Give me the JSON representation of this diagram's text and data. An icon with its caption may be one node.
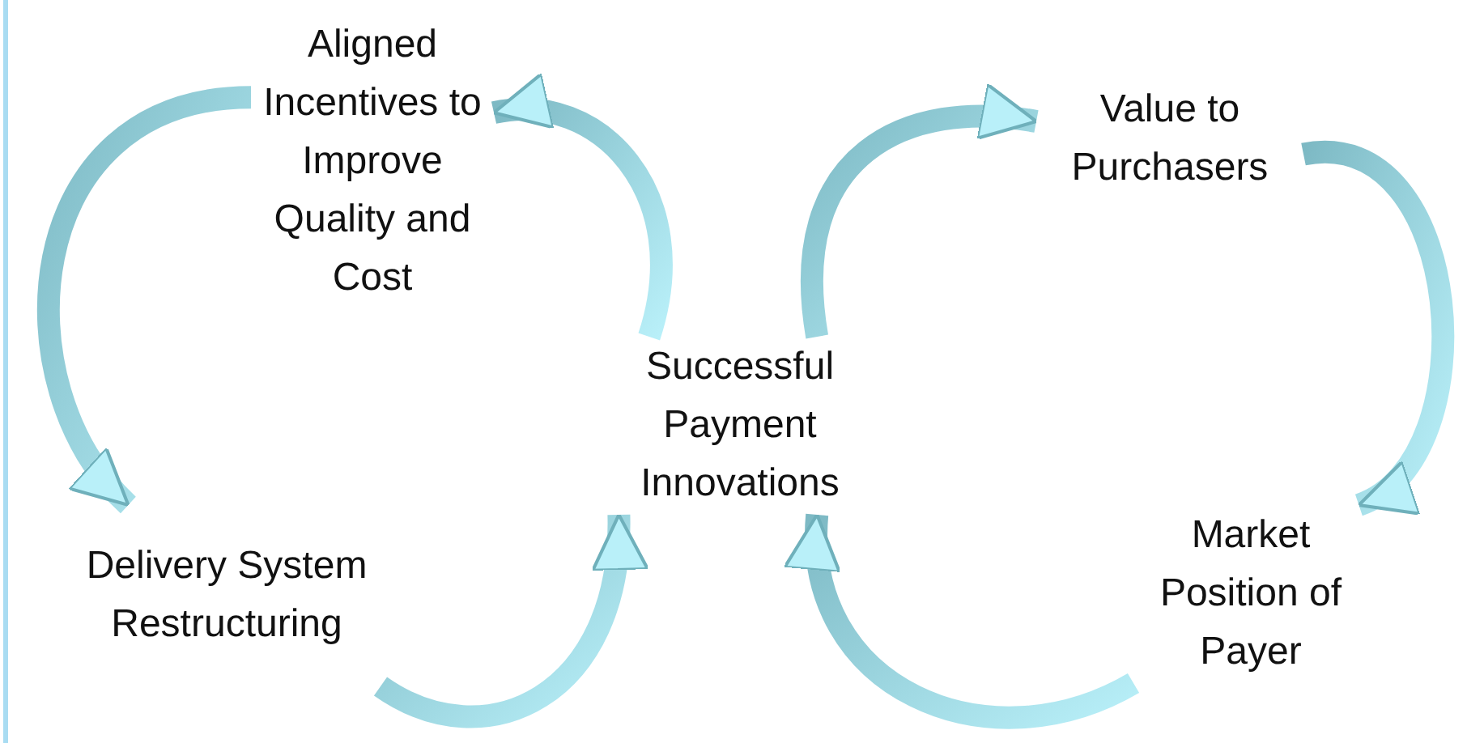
{
  "diagram": {
    "nodes": [
      {
        "text": [
          "Aligned Incentives to Improve Quality and Cost"
        ]
      },
      {
        "text": [
          "Successful Payment Innovations"
        ]
      },
      {
        "text": [
          "Value to Purchasers"
        ]
      },
      {
        "text": [
          "Market Position of Payer"
        ]
      },
      {
        "text": [
          "Delivery System Restructuring"
        ]
      }
    ],
    "edges": [
      {
        "from": 1,
        "to": 0,
        "arrow": "to"
      },
      {
        "from": 0,
        "to": 4,
        "arrow": "to"
      },
      {
        "from": 4,
        "to": 1,
        "arrow": "to"
      },
      {
        "from": 1,
        "to": 2,
        "arrow": "to"
      },
      {
        "from": 2,
        "to": 3,
        "arrow": "to"
      },
      {
        "from": 3,
        "to": 1,
        "arrow": "to"
      }
    ]
  }
}
